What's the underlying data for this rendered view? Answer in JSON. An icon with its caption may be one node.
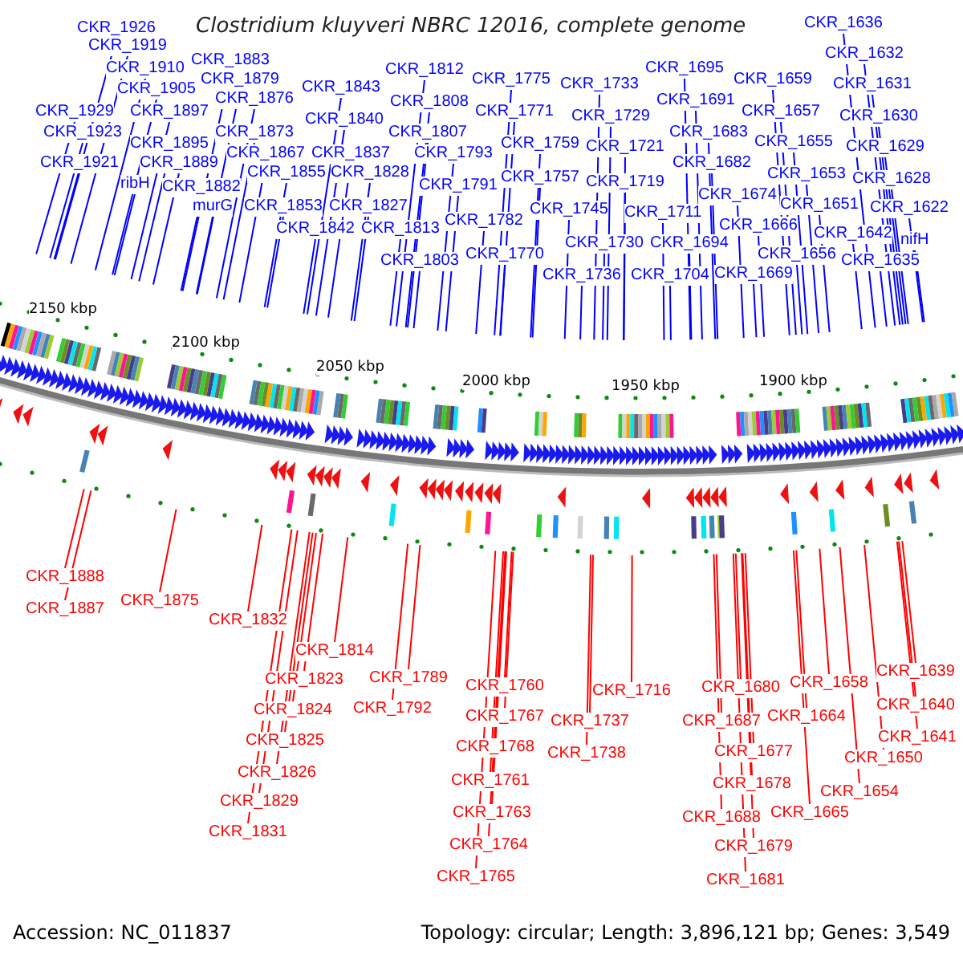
{
  "diagram": {
    "title": "Clostridium kluyveri NBRC 12016, complete genome",
    "nodes": [
      {
        "text": [
          "CKR_1926"
        ]
      },
      {
        "text": [
          "CKR_1919"
        ]
      },
      {
        "text": [
          "CKR_1910"
        ]
      },
      {
        "text": [
          "CKR_1905"
        ]
      },
      {
        "text": [
          "CKR_1929"
        ]
      },
      {
        "text": [
          "CKR_1897"
        ]
      },
      {
        "text": [
          "CKR_1923"
        ]
      },
      {
        "text": [
          "CKR_1895"
        ]
      },
      {
        "text": [
          "CKR_1889"
        ]
      },
      {
        "text": [
          "CKR_1921"
        ]
      },
      {
        "text": [
          "ribH"
        ]
      },
      {
        "text": [
          "CKR_1882"
        ]
      },
      {
        "text": [
          "murG"
        ]
      },
      {
        "text": [
          "CKR_1883"
        ]
      },
      {
        "text": [
          "CKR_1879"
        ]
      },
      {
        "text": [
          "CKR_1876"
        ]
      },
      {
        "text": [
          "CKR_1873"
        ]
      },
      {
        "text": [
          "CKR_1867"
        ]
      },
      {
        "text": [
          "CKR_1855"
        ]
      },
      {
        "text": [
          "CKR_1853"
        ]
      },
      {
        "text": [
          "CKR_1842"
        ]
      },
      {
        "text": [
          "CKR_1843"
        ]
      },
      {
        "text": [
          "CKR_1840"
        ]
      },
      {
        "text": [
          "CKR_1837"
        ]
      },
      {
        "text": [
          "CKR_1828"
        ]
      },
      {
        "text": [
          "CKR_1827"
        ]
      },
      {
        "text": [
          "CKR_1813"
        ]
      },
      {
        "text": [
          "CKR_1803"
        ]
      },
      {
        "text": [
          "CKR_1812"
        ]
      },
      {
        "text": [
          "CKR_1808"
        ]
      },
      {
        "text": [
          "CKR_1807"
        ]
      },
      {
        "text": [
          "CKR_1793"
        ]
      },
      {
        "text": [
          "CKR_1791"
        ]
      },
      {
        "text": [
          "CKR_1782"
        ]
      },
      {
        "text": [
          "CKR_1770"
        ]
      },
      {
        "text": [
          "CKR_1775"
        ]
      },
      {
        "text": [
          "CKR_1771"
        ]
      },
      {
        "text": [
          "CKR_1759"
        ]
      },
      {
        "text": [
          "CKR_1757"
        ]
      },
      {
        "text": [
          "CKR_1745"
        ]
      },
      {
        "text": [
          "CKR_1736"
        ]
      },
      {
        "text": [
          "CKR_1730"
        ]
      },
      {
        "text": [
          "CKR_1733"
        ]
      },
      {
        "text": [
          "CKR_1729"
        ]
      },
      {
        "text": [
          "CKR_1721"
        ]
      },
      {
        "text": [
          "CKR_1719"
        ]
      },
      {
        "text": [
          "CKR_1711"
        ]
      },
      {
        "text": [
          "CKR_1704"
        ]
      },
      {
        "text": [
          "CKR_1694"
        ]
      },
      {
        "text": [
          "CKR_1695"
        ]
      },
      {
        "text": [
          "CKR_1691"
        ]
      },
      {
        "text": [
          "CKR_1683"
        ]
      },
      {
        "text": [
          "CKR_1682"
        ]
      },
      {
        "text": [
          "CKR_1674"
        ]
      },
      {
        "text": [
          "CKR_1666"
        ]
      },
      {
        "text": [
          "CKR_1669"
        ]
      },
      {
        "text": [
          "CKR_1659"
        ]
      },
      {
        "text": [
          "CKR_1657"
        ]
      },
      {
        "text": [
          "CKR_1655"
        ]
      },
      {
        "text": [
          "CKR_1653"
        ]
      },
      {
        "text": [
          "CKR_1651"
        ]
      },
      {
        "text": [
          "CKR_1656"
        ]
      },
      {
        "text": [
          "CKR_1642"
        ]
      },
      {
        "text": [
          "nifH"
        ]
      },
      {
        "text": [
          "CKR_1635"
        ]
      },
      {
        "text": [
          "CKR_1636"
        ]
      },
      {
        "text": [
          "CKR_1632"
        ]
      },
      {
        "text": [
          "CKR_1631"
        ]
      },
      {
        "text": [
          "CKR_1630"
        ]
      },
      {
        "text": [
          "CKR_1629"
        ]
      },
      {
        "text": [
          "CKR_1628"
        ]
      },
      {
        "text": [
          "CKR_1622"
        ]
      },
      {
        "text": [
          "CKR_1888"
        ]
      },
      {
        "text": [
          "CKR_1887"
        ]
      },
      {
        "text": [
          "CKR_1875"
        ]
      },
      {
        "text": [
          "CKR_1832"
        ]
      },
      {
        "text": [
          "CKR_1814"
        ]
      },
      {
        "text": [
          "CKR_1823"
        ]
      },
      {
        "text": [
          "CKR_1824"
        ]
      },
      {
        "text": [
          "CKR_1825"
        ]
      },
      {
        "text": [
          "CKR_1826"
        ]
      },
      {
        "text": [
          "CKR_1829"
        ]
      },
      {
        "text": [
          "CKR_1831"
        ]
      },
      {
        "text": [
          "CKR_1789"
        ]
      },
      {
        "text": [
          "CKR_1792"
        ]
      },
      {
        "text": [
          "CKR_1760"
        ]
      },
      {
        "text": [
          "CKR_1767"
        ]
      },
      {
        "text": [
          "CKR_1768"
        ]
      },
      {
        "text": [
          "CKR_1761"
        ]
      },
      {
        "text": [
          "CKR_1763"
        ]
      },
      {
        "text": [
          "CKR_1764"
        ]
      },
      {
        "text": [
          "CKR_1765"
        ]
      },
      {
        "text": [
          "CKR_1737"
        ]
      },
      {
        "text": [
          "CKR_1738"
        ]
      },
      {
        "text": [
          "CKR_1716"
        ]
      },
      {
        "text": [
          "CKR_1680"
        ]
      },
      {
        "text": [
          "CKR_1687"
        ]
      },
      {
        "text": [
          "CKR_1677"
        ]
      },
      {
        "text": [
          "CKR_1678"
        ]
      },
      {
        "text": [
          "CKR_1688"
        ]
      },
      {
        "text": [
          "CKR_1679"
        ]
      },
      {
        "text": [
          "CKR_1681"
        ]
      },
      {
        "text": [
          "CKR_1658"
        ]
      },
      {
        "text": [
          "CKR_1664"
        ]
      },
      {
        "text": [
          "CKR_1665"
        ]
      },
      {
        "text": [
          "CKR_1654"
        ]
      },
      {
        "text": [
          "CKR_1650"
        ]
      },
      {
        "text": [
          "CKR_1639"
        ]
      },
      {
        "text": [
          "CKR_1640"
        ]
      },
      {
        "text": [
          "CKR_1641"
        ]
      }
    ],
    "edges": [
      {
        "from": 0,
        "to": null,
        "arrow": "none"
      },
      {
        "from": 1,
        "to": null,
        "arrow": "none"
      },
      {
        "from": 2,
        "to": null,
        "arrow": "none"
      },
      {
        "from": 3,
        "to": null,
        "arrow": "none"
      },
      {
        "from": 4,
        "to": null,
        "arrow": "none"
      },
      {
        "from": 5,
        "to": null,
        "arrow": "none"
      },
      {
        "from": 6,
        "to": null,
        "arrow": "none"
      },
      {
        "from": 7,
        "to": null,
        "arrow": "none"
      },
      {
        "from": 8,
        "to": null,
        "arrow": "none"
      },
      {
        "from": 9,
        "to": null,
        "arrow": "none"
      },
      {
        "from": 10,
        "to": null,
        "arrow": "none"
      },
      {
        "from": 11,
        "to": null,
        "arrow": "none"
      },
      {
        "from": 12,
        "to": null,
        "arrow": "none"
      },
      {
        "from": 13,
        "to": null,
        "arrow": "none"
      },
      {
        "from": 14,
        "to": null,
        "arrow": "none"
      },
      {
        "from": 15,
        "to": null,
        "arrow": "none"
      },
      {
        "from": 16,
        "to": null,
        "arrow": "none"
      },
      {
        "from": 17,
        "to": null,
        "arrow": "none"
      },
      {
        "from": 18,
        "to": null,
        "arrow": "none"
      },
      {
        "from": 19,
        "to": null,
        "arrow": "none"
      },
      {
        "from": 20,
        "to": null,
        "arrow": "none"
      },
      {
        "from": 21,
        "to": null,
        "arrow": "none"
      },
      {
        "from": 22,
        "to": null,
        "arrow": "none"
      },
      {
        "from": 23,
        "to": null,
        "arrow": "none"
      },
      {
        "from": 24,
        "to": null,
        "arrow": "none"
      },
      {
        "from": 25,
        "to": null,
        "arrow": "none"
      },
      {
        "from": 26,
        "to": null,
        "arrow": "none"
      },
      {
        "from": 27,
        "to": null,
        "arrow": "none"
      },
      {
        "from": 28,
        "to": null,
        "arrow": "none"
      },
      {
        "from": 29,
        "to": null,
        "arrow": "none"
      },
      {
        "from": 30,
        "to": null,
        "arrow": "none"
      },
      {
        "from": 31,
        "to": null,
        "arrow": "none"
      },
      {
        "from": 32,
        "to": null,
        "arrow": "none"
      },
      {
        "from": 33,
        "to": null,
        "arrow": "none"
      },
      {
        "from": 34,
        "to": null,
        "arrow": "none"
      },
      {
        "from": 35,
        "to": null,
        "arrow": "none"
      },
      {
        "from": 36,
        "to": null,
        "arrow": "none"
      },
      {
        "from": 37,
        "to": null,
        "arrow": "none"
      },
      {
        "from": 38,
        "to": null,
        "arrow": "none"
      },
      {
        "from": 39,
        "to": null,
        "arrow": "none"
      },
      {
        "from": 40,
        "to": null,
        "arrow": "none"
      },
      {
        "from": 41,
        "to": null,
        "arrow": "none"
      },
      {
        "from": 42,
        "to": null,
        "arrow": "none"
      },
      {
        "from": 43,
        "to": null,
        "arrow": "none"
      },
      {
        "from": 44,
        "to": null,
        "arrow": "none"
      },
      {
        "from": 45,
        "to": null,
        "arrow": "none"
      },
      {
        "from": 46,
        "to": null,
        "arrow": "none"
      },
      {
        "from": 47,
        "to": null,
        "arrow": "none"
      },
      {
        "from": 48,
        "to": null,
        "arrow": "none"
      },
      {
        "from": 49,
        "to": null,
        "arrow": "none"
      },
      {
        "from": 50,
        "to": null,
        "arrow": "none"
      },
      {
        "from": 51,
        "to": null,
        "arrow": "none"
      },
      {
        "from": 52,
        "to": null,
        "arrow": "none"
      },
      {
        "from": 53,
        "to": null,
        "arrow": "none"
      },
      {
        "from": 54,
        "to": null,
        "arrow": "none"
      },
      {
        "from": 55,
        "to": null,
        "arrow": "none"
      },
      {
        "from": 56,
        "to": null,
        "arrow": "none"
      },
      {
        "from": 57,
        "to": null,
        "arrow": "none"
      },
      {
        "from": 58,
        "to": null,
        "arrow": "none"
      },
      {
        "from": 59,
        "to": null,
        "arrow": "none"
      },
      {
        "from": 60,
        "to": null,
        "arrow": "none"
      },
      {
        "from": 61,
        "to": null,
        "arrow": "none"
      },
      {
        "from": 62,
        "to": null,
        "arrow": "none"
      },
      {
        "from": 63,
        "to": null,
        "arrow": "none"
      },
      {
        "from": 64,
        "to": null,
        "arrow": "none"
      },
      {
        "from": 65,
        "to": null,
        "arrow": "none"
      },
      {
        "from": 66,
        "to": null,
        "arrow": "none"
      },
      {
        "from": 67,
        "to": null,
        "arrow": "none"
      },
      {
        "from": 68,
        "to": null,
        "arrow": "none"
      },
      {
        "from": 69,
        "to": null,
        "arrow": "none"
      },
      {
        "from": 70,
        "to": null,
        "arrow": "none"
      },
      {
        "from": 71,
        "to": null,
        "arrow": "none"
      },
      {
        "from": 72,
        "to": null,
        "arrow": "none",
        "color": "#ff0000"
      },
      {
        "from": 73,
        "to": null,
        "arrow": "none",
        "color": "#ff0000"
      },
      {
        "from": 74,
        "to": null,
        "arrow": "none",
        "color": "#ff0000"
      },
      {
        "from": 75,
        "to": null,
        "arrow": "none",
        "color": "#ff0000"
      },
      {
        "from": 76,
        "to": null,
        "arrow": "none",
        "color": "#ff0000"
      },
      {
        "from": 77,
        "to": null,
        "arrow": "none",
        "color": "#ff0000"
      },
      {
        "from": 78,
        "to": null,
        "arrow": "none",
        "color": "#ff0000"
      },
      {
        "from": 79,
        "to": null,
        "arrow": "none",
        "color": "#ff0000"
      },
      {
        "from": 80,
        "to": null,
        "arrow": "none",
        "color": "#ff0000"
      },
      {
        "from": 81,
        "to": null,
        "arrow": "none",
        "color": "#ff0000"
      },
      {
        "from": 82,
        "to": null,
        "arrow": "none",
        "color": "#ff0000"
      },
      {
        "from": 83,
        "to": null,
        "arrow": "none",
        "color": "#ff0000"
      },
      {
        "from": 84,
        "to": null,
        "arrow": "none",
        "color": "#ff0000"
      },
      {
        "from": 85,
        "to": null,
        "arrow": "none",
        "color": "#ff0000"
      },
      {
        "from": 86,
        "to": null,
        "arrow": "none",
        "color": "#ff0000"
      },
      {
        "from": 87,
        "to": null,
        "arrow": "none",
        "color": "#ff0000"
      },
      {
        "from": 88,
        "to": null,
        "arrow": "none",
        "color": "#ff0000"
      },
      {
        "from": 89,
        "to": null,
        "arrow": "none",
        "color": "#ff0000"
      },
      {
        "from": 90,
        "to": null,
        "arrow": "none",
        "color": "#ff0000"
      },
      {
        "from": 91,
        "to": null,
        "arrow": "none",
        "color": "#ff0000"
      },
      {
        "from": 92,
        "to": null,
        "arrow": "none",
        "color": "#ff0000"
      },
      {
        "from": 93,
        "to": null,
        "arrow": "none",
        "color": "#ff0000"
      },
      {
        "from": 94,
        "to": null,
        "arrow": "none",
        "color": "#ff0000"
      },
      {
        "from": 95,
        "to": null,
        "arrow": "none",
        "color": "#ff0000"
      },
      {
        "from": 96,
        "to": null,
        "arrow": "none",
        "color": "#ff0000"
      },
      {
        "from": 97,
        "to": null,
        "arrow": "none",
        "color": "#ff0000"
      },
      {
        "from": 98,
        "to": null,
        "arrow": "none",
        "color": "#ff0000"
      },
      {
        "from": 99,
        "to": null,
        "arrow": "none",
        "color": "#ff0000"
      },
      {
        "from": 100,
        "to": null,
        "arrow": "none",
        "color": "#ff0000"
      },
      {
        "from": 101,
        "to": null,
        "arrow": "none",
        "color": "#ff0000"
      },
      {
        "from": 102,
        "to": null,
        "arrow": "none",
        "color": "#ff0000"
      },
      {
        "from": 103,
        "to": null,
        "arrow": "none",
        "color": "#ff0000"
      },
      {
        "from": 104,
        "to": null,
        "arrow": "none",
        "color": "#ff0000"
      },
      {
        "from": 105,
        "to": null,
        "arrow": "none",
        "color": "#ff0000"
      },
      {
        "from": 106,
        "to": null,
        "arrow": "none",
        "color": "#ff0000"
      },
      {
        "from": 107,
        "to": null,
        "arrow": "none",
        "color": "#ff0000"
      },
      {
        "from": 108,
        "to": null,
        "arrow": "none",
        "color": "#ff0000"
      },
      {
        "from": 109,
        "to": null,
        "arrow": "none",
        "color": "#ff0000"
      }
    ],
    "labels": [
      "2150 kbp",
      "2100 kbp",
      "2050 kbp",
      "2000 kbp",
      "1950 kbp",
      "1900 kbp",
      "Accession: NC_011837",
      "Topology: circular; Length: 3,896,121 bp; Genes: 3,549"
    ]
  }
}
